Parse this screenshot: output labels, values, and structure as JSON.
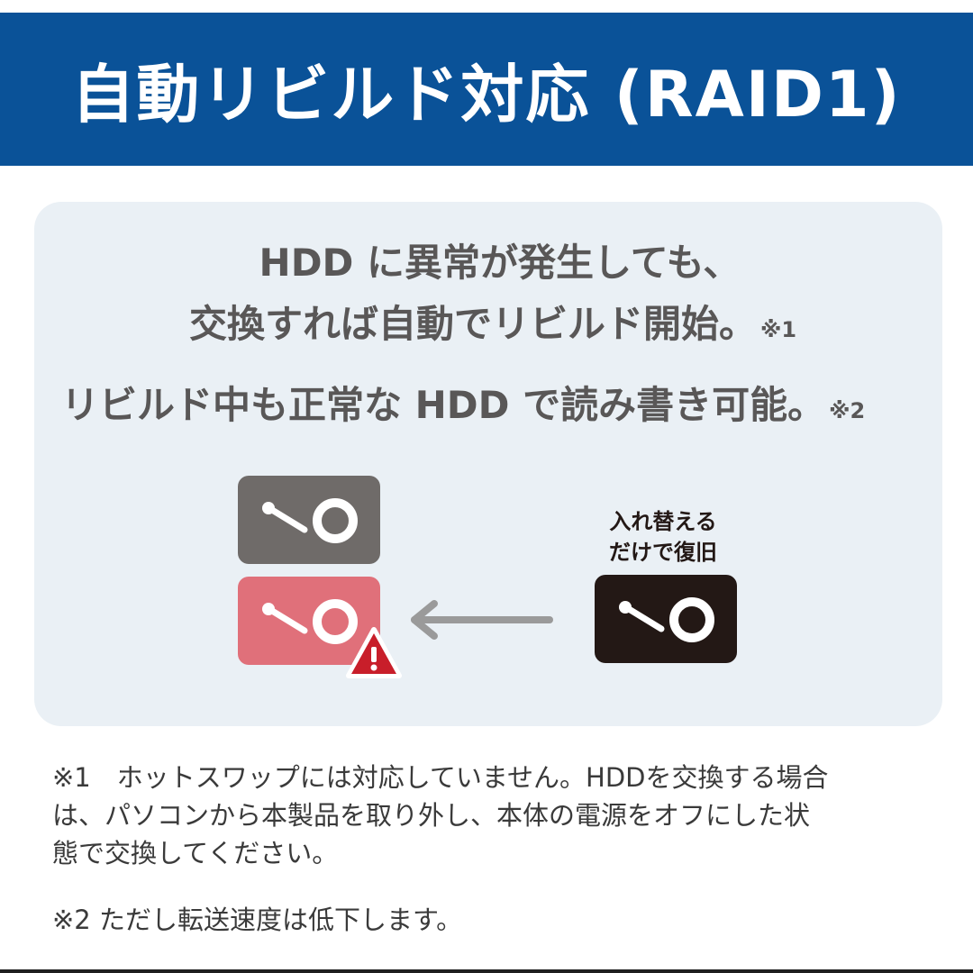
{
  "header": {
    "title": "自動リビルド対応 (RAID1)"
  },
  "panel": {
    "line1": "HDD に異常が発生しても、",
    "line2": "交換すれば自動でリビルド開始。",
    "line2_note": "※1",
    "line3": "リビルド中も正常な HDD で読み書き可能。",
    "line3_note": "※2"
  },
  "diagram": {
    "swap_label_1": "入れ替える",
    "swap_label_2": "だけで復旧",
    "icons": [
      "hdd-icon",
      "failed-hdd-icon",
      "warning-icon",
      "arrow-left-icon",
      "replacement-hdd-icon"
    ]
  },
  "footnotes": {
    "note1_line1": "※1　ホットスワップには対応していません。HDDを交換する場合",
    "note1_line2": "は、パソコンから本製品を取り外し、本体の電源をオフにした状",
    "note1_line3": "態で交換してください。",
    "note2": "※2 ただし転送速度は低下します。"
  },
  "colors": {
    "banner": "#0a5298",
    "panel_bg": "#eaf0f5",
    "text_gray": "#595757",
    "hdd_gray": "#6f6b69",
    "hdd_failed": "#e0707a",
    "hdd_new": "#231815",
    "warning_red": "#c81e2a",
    "arrow_gray": "#9a9a9a"
  }
}
